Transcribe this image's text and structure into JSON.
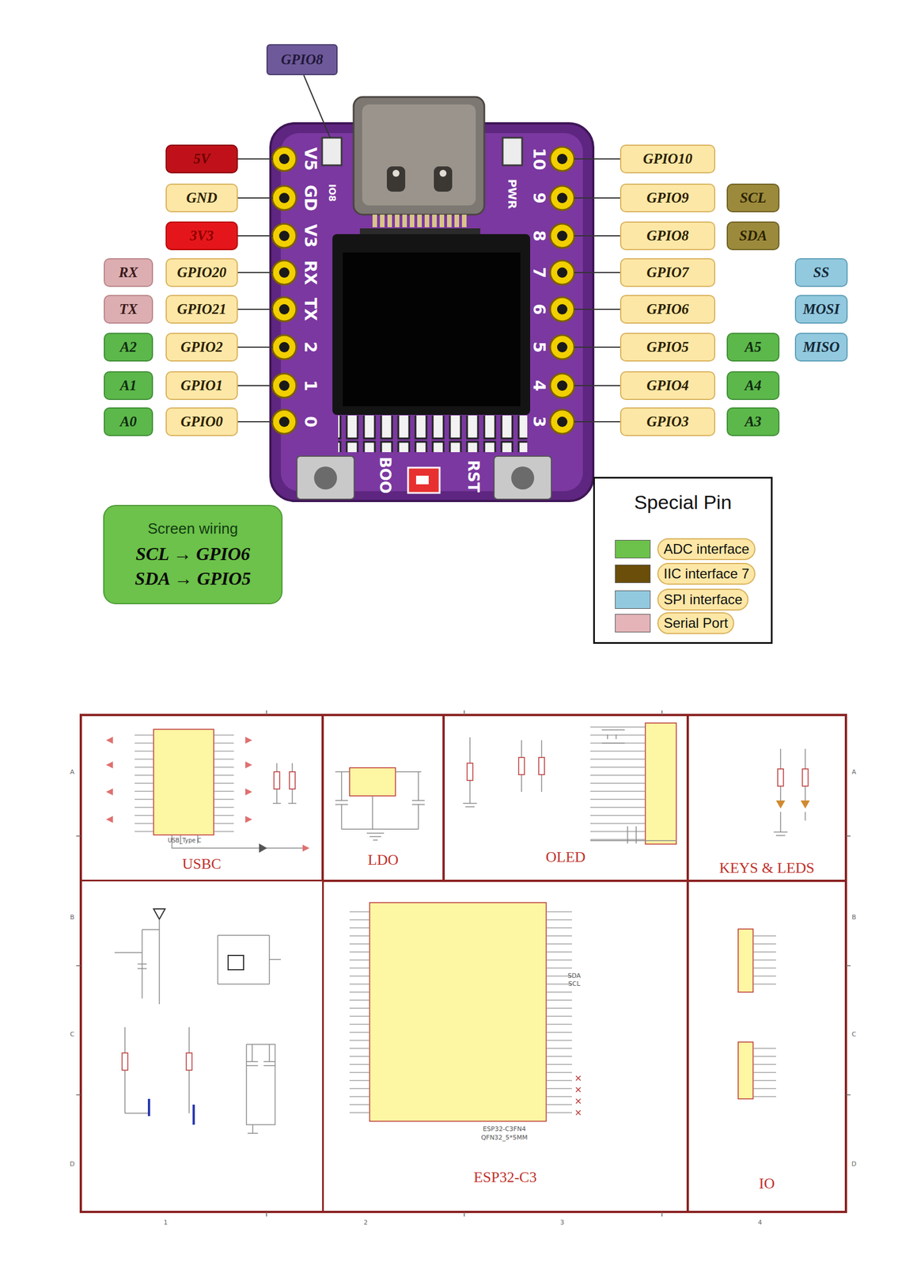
{
  "diagram": {
    "nodes": [
      {
        "text": [
          "GPIO8"
        ]
      },
      {
        "text": [
          "5V"
        ]
      },
      {
        "text": [
          "GPIO10"
        ]
      },
      {
        "text": [
          "GND"
        ]
      },
      {
        "text": [
          "GPIO9"
        ]
      },
      {
        "text": [
          "SCL"
        ]
      },
      {
        "text": [
          "3V3"
        ]
      },
      {
        "text": [
          "GPIO8"
        ]
      },
      {
        "text": [
          "SDA"
        ]
      },
      {
        "text": [
          "RX"
        ]
      },
      {
        "text": [
          "GPIO20"
        ]
      },
      {
        "text": [
          "GPIO7"
        ]
      },
      {
        "text": [
          "SS"
        ]
      },
      {
        "text": [
          "TX"
        ]
      },
      {
        "text": [
          "GPIO21"
        ]
      },
      {
        "text": [
          "GPIO6"
        ]
      },
      {
        "text": [
          "MOSI"
        ]
      },
      {
        "text": [
          "A2"
        ]
      },
      {
        "text": [
          "GPIO2"
        ]
      },
      {
        "text": [
          "GPIO5"
        ]
      },
      {
        "text": [
          "A5"
        ]
      },
      {
        "text": [
          "MISO"
        ]
      },
      {
        "text": [
          "A1"
        ]
      },
      {
        "text": [
          "GPIO1"
        ]
      },
      {
        "text": [
          "GPIO4"
        ]
      },
      {
        "text": [
          "A4"
        ]
      },
      {
        "text": [
          "A0"
        ]
      },
      {
        "text": [
          "GPIO0"
        ]
      },
      {
        "text": [
          "GPIO3"
        ]
      },
      {
        "text": [
          "A3"
        ]
      },
      {
        "text": [
          "Screen wiring",
          "SCL → GPIO6",
          "SDA → GPIO5"
        ]
      },
      {
        "text": [
          "Special Pin"
        ]
      },
      {
        "text": [
          "USBC"
        ]
      },
      {
        "text": [
          "LDO"
        ]
      },
      {
        "text": [
          "OLED"
        ]
      },
      {
        "text": [
          "KEYS & LEDS"
        ]
      },
      {
        "text": [
          "ESP32-C3"
        ]
      },
      {
        "text": [
          "IO"
        ]
      }
    ],
    "labels": [
      "V5",
      "GD",
      "V3",
      "RX",
      "TX",
      "2",
      "1",
      "0",
      "10",
      "9",
      "8",
      "7",
      "6",
      "5",
      "4",
      "3",
      "IO8",
      "PWR",
      "BOO",
      "RST",
      "USB_Type C",
      "ESP32-C3FN4",
      "QFN32_5*5MM",
      "SDA",
      "SCL",
      "A",
      "B",
      "C",
      "D",
      "A",
      "B",
      "C",
      "D",
      "1",
      "2",
      "3",
      "4"
    ],
    "legend": [
      {
        "text": "ADC interface",
        "color": "#6cc24a"
      },
      {
        "text": "IIC interface 7",
        "color": "#6b4e0a"
      },
      {
        "text": "SPI interface",
        "color": "#92c9df"
      },
      {
        "text": "Serial Port",
        "color": "#e4b4b8"
      }
    ]
  }
}
